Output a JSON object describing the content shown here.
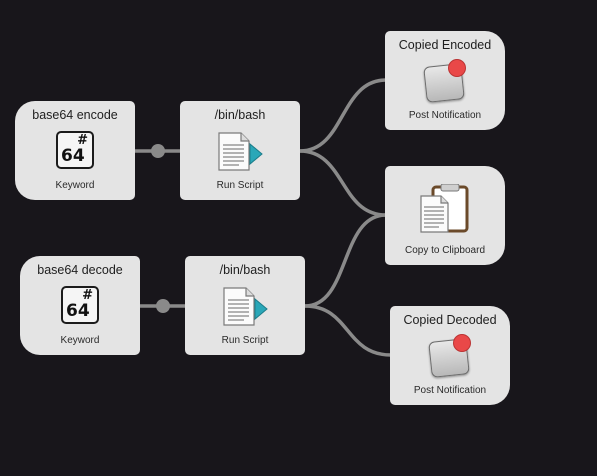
{
  "workflow": {
    "nodes": {
      "encode_keyword": {
        "title": "base64 encode",
        "subtitle": "Keyword",
        "icon": "keyword-64-icon"
      },
      "encode_script": {
        "title": "/bin/bash",
        "subtitle": "Run Script",
        "icon": "script-icon"
      },
      "decode_keyword": {
        "title": "base64 decode",
        "subtitle": "Keyword",
        "icon": "keyword-64-icon"
      },
      "decode_script": {
        "title": "/bin/bash",
        "subtitle": "Run Script",
        "icon": "script-icon"
      },
      "notify_encoded": {
        "title": "Copied Encoded",
        "subtitle": "Post Notification",
        "icon": "notification-icon"
      },
      "clipboard": {
        "title": "",
        "subtitle": "Copy to Clipboard",
        "icon": "clipboard-icon"
      },
      "notify_decoded": {
        "title": "Copied Decoded",
        "subtitle": "Post Notification",
        "icon": "notification-icon"
      }
    },
    "keyword_icon_text": {
      "number": "64",
      "symbol": "#"
    }
  },
  "colors": {
    "canvas": "#18161b",
    "node": "#e4e4e4",
    "wire": "#8a8a8a",
    "badge": "#e94848",
    "script_arrow": "#2aa7b8"
  }
}
